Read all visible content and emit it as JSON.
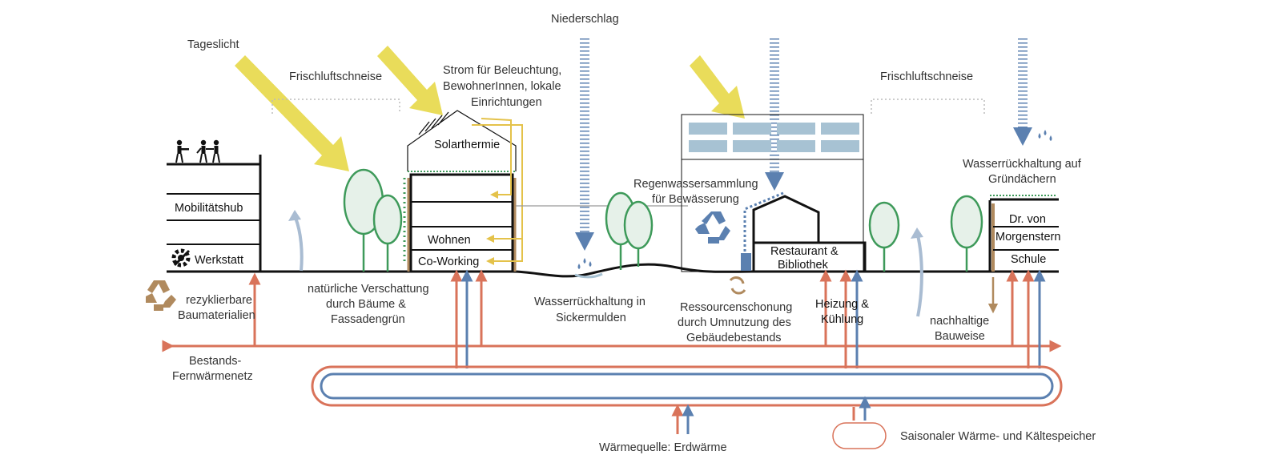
{
  "labels": {
    "niederschlag": "Niederschlag",
    "tageslicht": "Tageslicht",
    "frischluft_left": "Frischluftschneise",
    "frischluft_right": "Frischluftschneise",
    "strom_1": "Strom für Beleuchtung,",
    "strom_2": "BewohnerInnen, lokale",
    "strom_3": "Einrichtungen",
    "solarthermie": "Solarthermie",
    "mobilitaetshub": "Mobilitätshub",
    "werkstatt": "Werkstatt",
    "wohnen": "Wohnen",
    "coworking": "Co-Working",
    "regenwasser_1": "Regenwassersammlung",
    "regenwasser_2": "für Bewässerung",
    "restaurant_1": "Restaurant &",
    "restaurant_2": "Bibliothek",
    "wasser_gruen_1": "Wasserrückhaltung auf",
    "wasser_gruen_2": "Gründächern",
    "schule_1": "Dr. von",
    "schule_2": "Morgenstern",
    "schule_3": "Schule",
    "rezykl_1": "rezyklierbare",
    "rezykl_2": "Baumaterialien",
    "verschattung_1": "natürliche Verschattung",
    "verschattung_2": "durch Bäume &",
    "verschattung_3": "Fassadengrün",
    "sicker_1": "Wasserrückhaltung in",
    "sicker_2": "Sickermulden",
    "ressourcen_1": "Ressourcenschonung",
    "ressourcen_2": "durch Umnutzung des",
    "ressourcen_3": "Gebäudebestands",
    "heizung_1": "Heizung &",
    "heizung_2": "Kühlung",
    "nachhaltig_1": "nachhaltige",
    "nachhaltig_2": "Bauweise",
    "fernwaerme_1": "Bestands-",
    "fernwaerme_2": "Fernwärmenetz",
    "waermequelle": "Wärmequelle: Erdwärme",
    "speicher": "Saisonaler Wärme- und Kältespeicher"
  },
  "colors": {
    "sun": "#e9dc5a",
    "warm": "#d9735a",
    "cool": "#5b80b0",
    "rain": "#5b80b0",
    "tree_stroke": "#3e9a5a",
    "tree_fill": "#e6f1e9",
    "solar_line": "#e4c24a",
    "brown": "#b08a5e",
    "air": "#a9bcd2",
    "window": "#a7c2d3"
  },
  "icons": {
    "people": "people-icon",
    "gear": "gear-icon",
    "recycle_brown": "recycle-icon",
    "recycle_blue": "recycle-icon",
    "cycle_arrows": "cycle-arrows-icon",
    "water_drops": "water-drop-icon"
  }
}
